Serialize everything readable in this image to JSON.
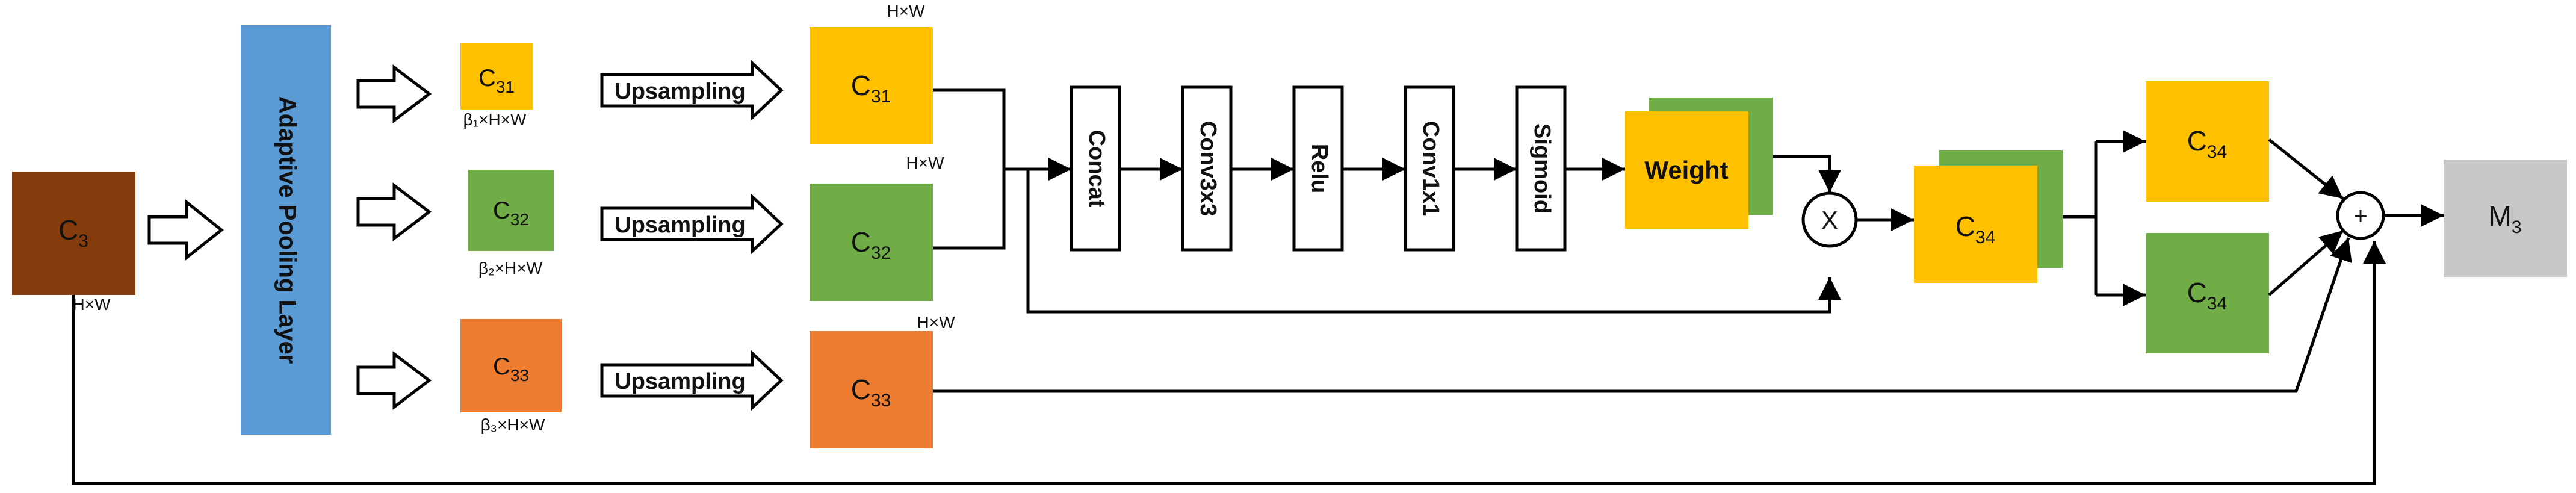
{
  "colors": {
    "brown": "#843C0C",
    "yellow": "#FFC000",
    "green": "#70AD47",
    "orange": "#ED7D31",
    "blue": "#5B9BD5",
    "gray": "#C8C8C8",
    "stroke": "#000000"
  },
  "input": {
    "main": "C",
    "sub": "3",
    "dims": "H×W"
  },
  "pooling_label": "Adaptive Pooling Layer",
  "pooled": [
    {
      "main": "C",
      "sub": "31",
      "dims": "β₁×H×W"
    },
    {
      "main": "C",
      "sub": "32",
      "dims": "β₂×H×W"
    },
    {
      "main": "C",
      "sub": "33",
      "dims": "β₃×H×W"
    }
  ],
  "upsampling_label": "Upsampling",
  "upsampled": [
    {
      "main": "C",
      "sub": "31",
      "dims": "H×W"
    },
    {
      "main": "C",
      "sub": "32",
      "dims": "H×W"
    },
    {
      "main": "C",
      "sub": "33",
      "dims": "H×W"
    }
  ],
  "ops": [
    "Concat",
    "Conv3x3",
    "Relu",
    "Conv1x1",
    "Sigmoid"
  ],
  "weight_label": "Weight",
  "multiply_symbol": "X",
  "add_symbol": "+",
  "c34": {
    "main": "C",
    "sub": "34"
  },
  "output": {
    "main": "M",
    "sub": "3"
  }
}
